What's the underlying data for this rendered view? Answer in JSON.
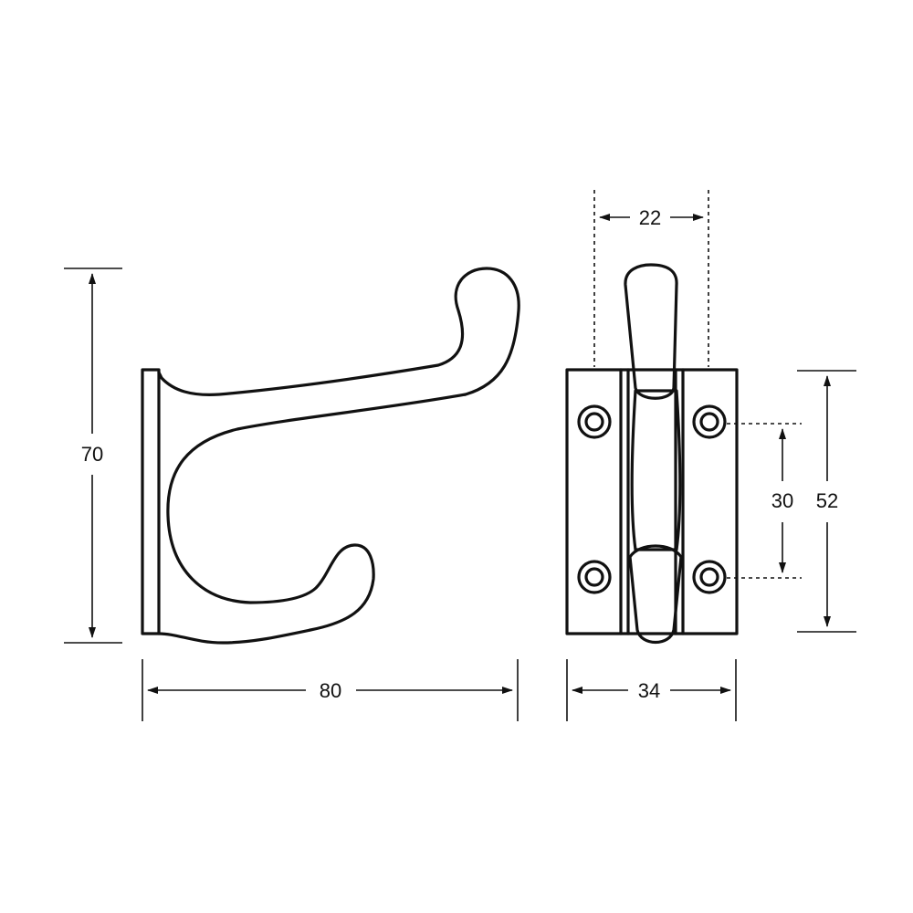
{
  "dimensions": {
    "height_side": "70",
    "width_side": "80",
    "hook_width": "22",
    "hole_spacing": "30",
    "plate_height": "52",
    "plate_width": "34"
  },
  "colors": {
    "line": "#111111",
    "background": "#ffffff"
  }
}
